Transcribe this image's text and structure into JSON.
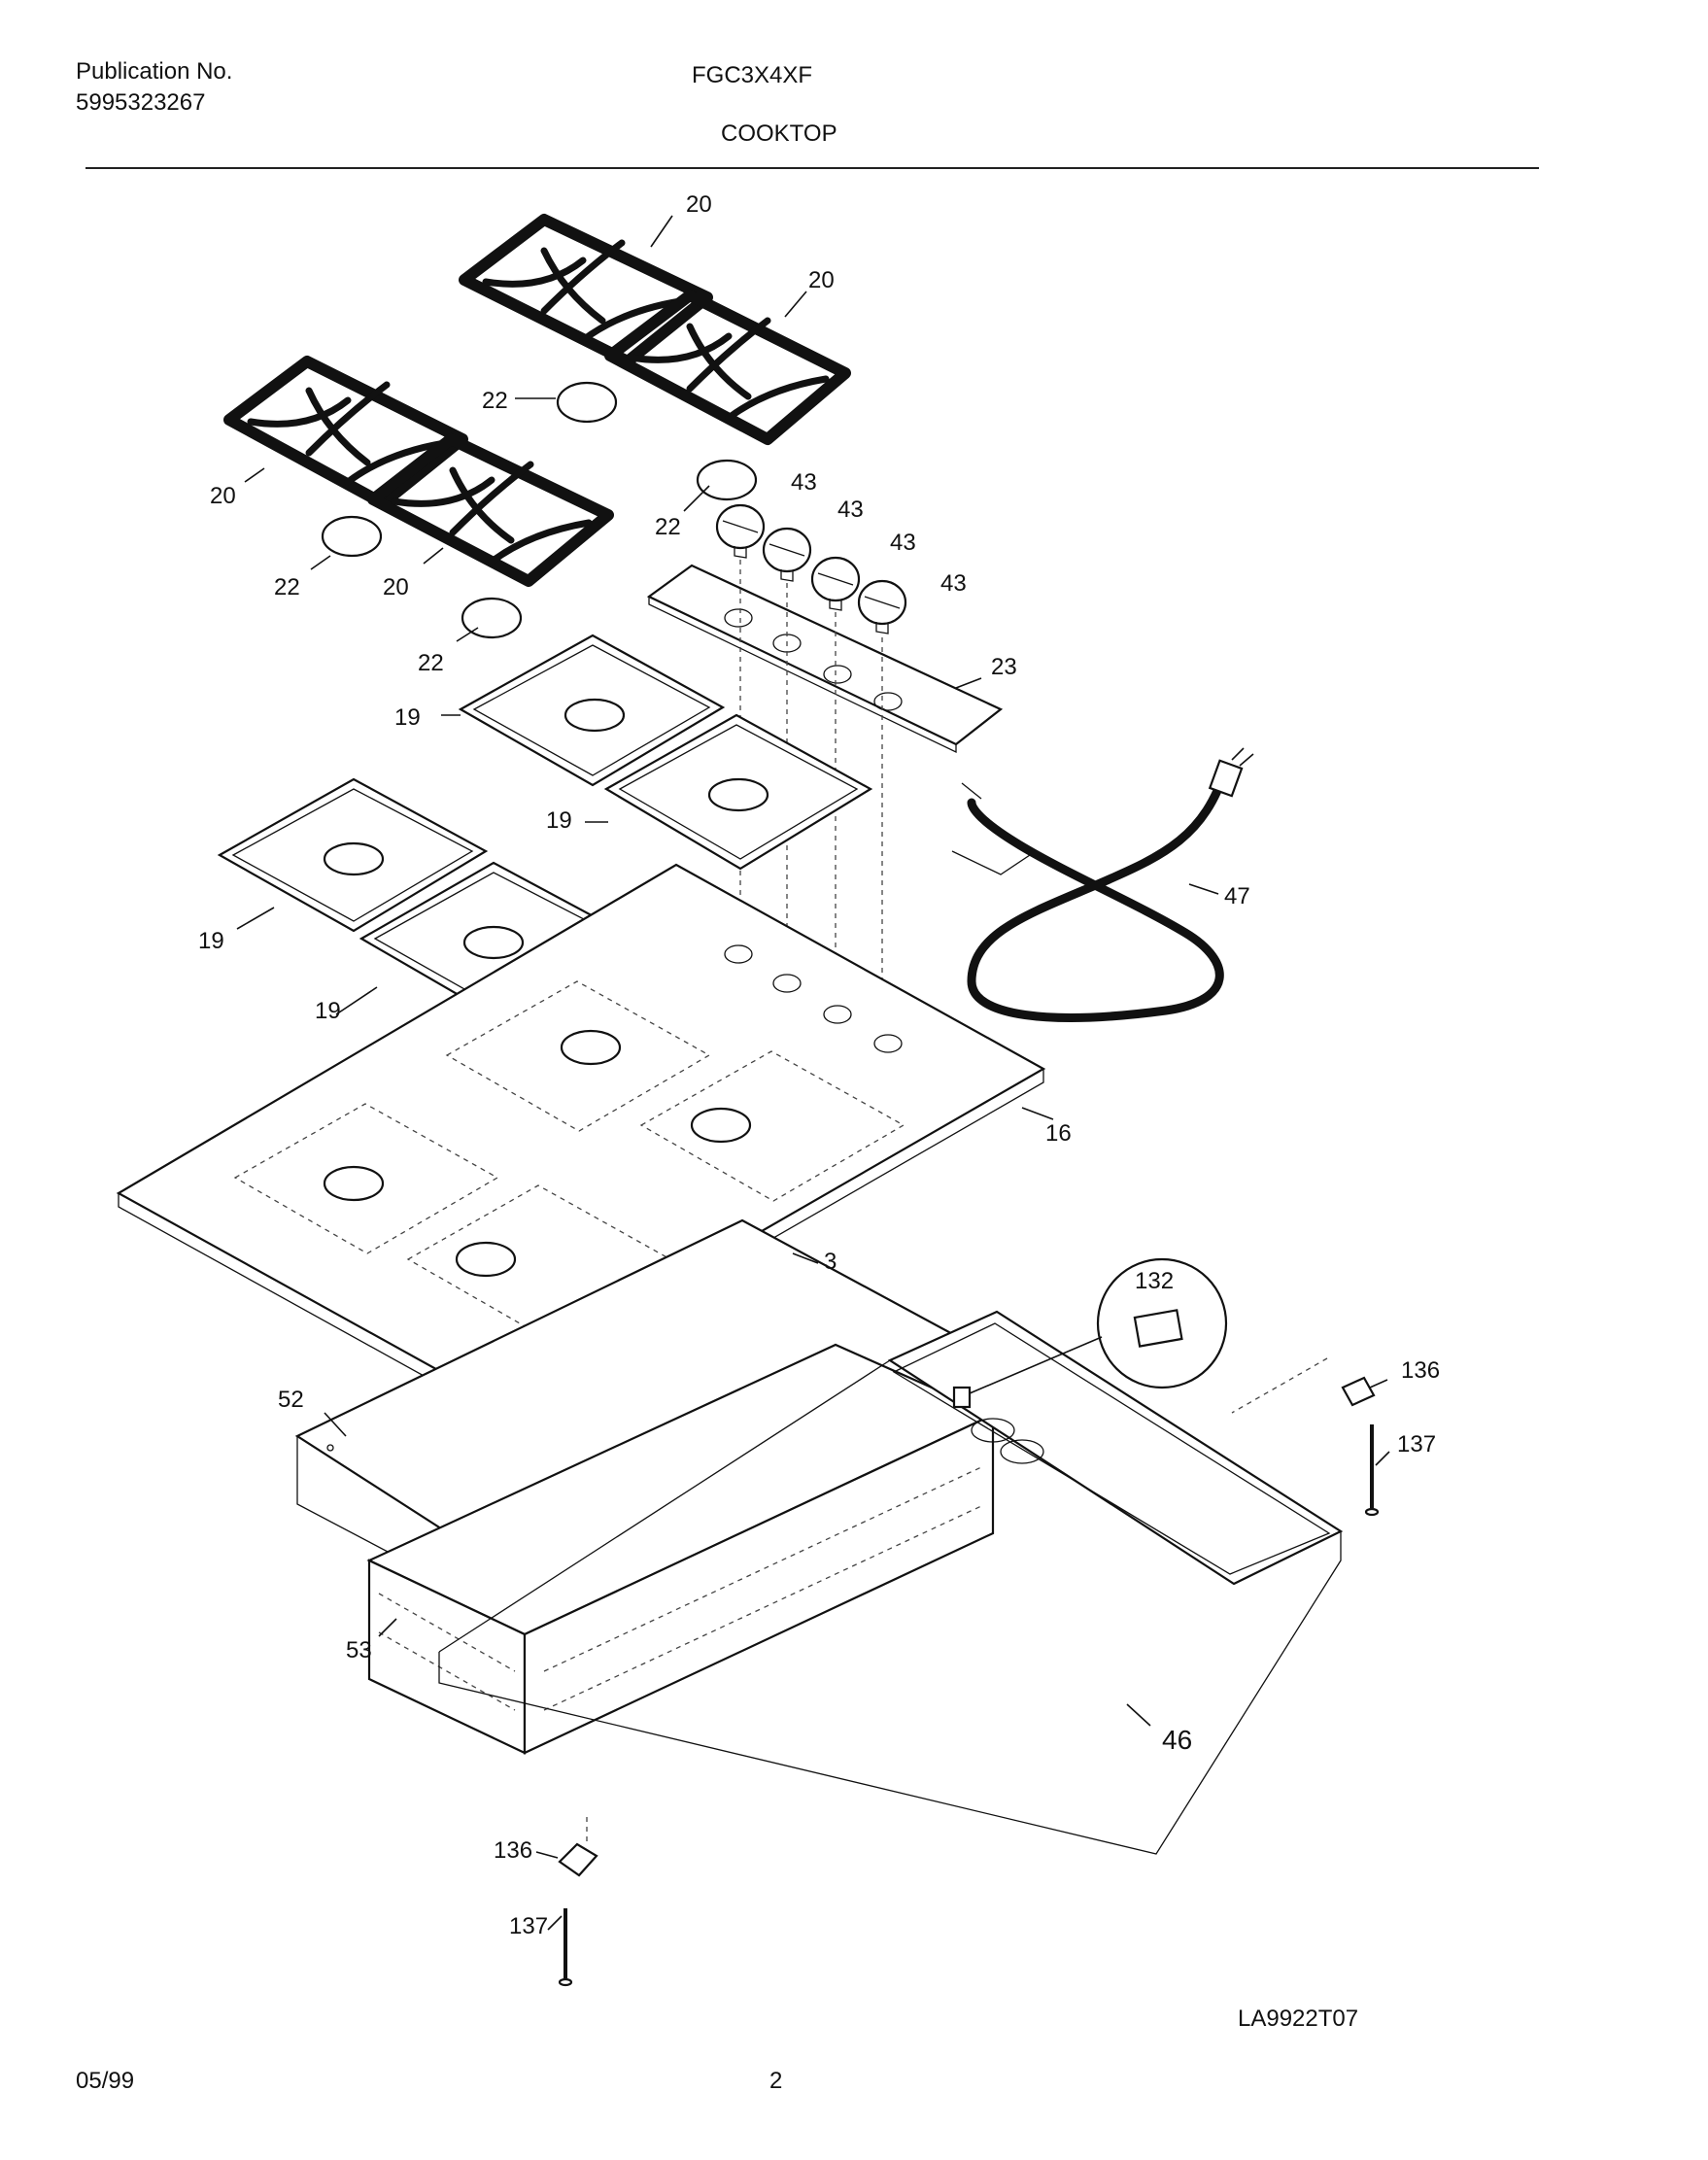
{
  "header": {
    "publication_label": "Publication No.",
    "publication_number": "5995323267",
    "model": "FGC3X4XF",
    "section_title": "COOKTOP"
  },
  "footer": {
    "date": "05/99",
    "page_number": "2",
    "drawing_id": "LA9922T07"
  },
  "callouts": {
    "c20a": "20",
    "c20b": "20",
    "c20c": "20",
    "c20d": "20",
    "c22a": "22",
    "c22b": "22",
    "c22c": "22",
    "c22d": "22",
    "c43a": "43",
    "c43b": "43",
    "c43c": "43",
    "c43d": "43",
    "c23": "23",
    "c47": "47",
    "c19a": "19",
    "c19b": "19",
    "c19c": "19",
    "c19d": "19",
    "c16": "16",
    "c3": "3",
    "c132": "132",
    "c136a": "136",
    "c137a": "137",
    "c52": "52",
    "c53": "53",
    "c46": "46",
    "c136b": "136",
    "c137b": "137"
  }
}
